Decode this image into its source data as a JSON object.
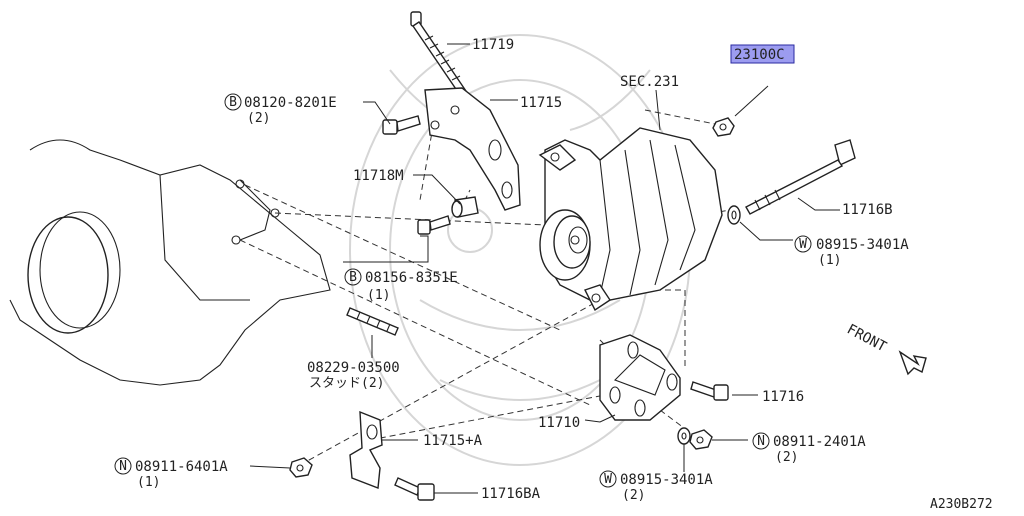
{
  "labels": {
    "p11719": "11719",
    "p23100c": "23100C",
    "sec231": "SEC.231",
    "p11715": "11715",
    "b08120": "08120-8201E",
    "b08120_qty": "(2)",
    "p11718m": "11718M",
    "p11716b": "11716B",
    "w08915a": "08915-3401A",
    "w08915a_qty": "(1)",
    "b08156": "08156-8351E",
    "b08156_qty": "(1)",
    "front": "FRONT",
    "p08229": "08229-03500",
    "p08229_sub": "スタッド(2)",
    "p11716": "11716",
    "p11710": "11710",
    "p11715a": "11715+A",
    "n08911b": "08911-2401A",
    "n08911b_qty": "(2)",
    "n08911a": "08911-6401A",
    "n08911a_qty": "(1)",
    "w08915b": "08915-3401A",
    "w08915b_qty": "(2)",
    "p11716ba": "11716BA",
    "code": "A230B272"
  },
  "symbols": {
    "b": "B",
    "w": "W",
    "n": "N"
  },
  "colors": {
    "highlight": "#9c9cf0",
    "line": "#222222"
  }
}
